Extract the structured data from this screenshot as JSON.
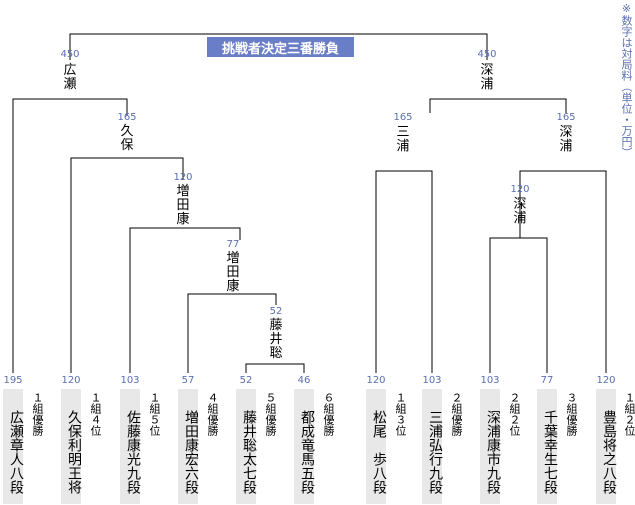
{
  "title": "挑戦者決定三番勝負",
  "note": "※数字は対局料（単位・万円）",
  "final": [
    {
      "fee": "450",
      "winner": "広\n瀬"
    },
    {
      "fee": "450",
      "winner": "深\n浦"
    }
  ],
  "matches": [
    {
      "fee": "165",
      "winner": "久\n保"
    },
    {
      "fee": "120",
      "winner": "増\n田\n康"
    },
    {
      "fee": "77",
      "winner": "増\n田\n康"
    },
    {
      "fee": "52",
      "winner": "藤\n井\n聡"
    },
    {
      "fee": "165",
      "winner": "三\n浦"
    },
    {
      "fee": "165",
      "winner": "深\n浦"
    },
    {
      "fee": "120",
      "winner": "深\n浦"
    }
  ],
  "players": [
    {
      "fee": "195",
      "name": "広瀬章人八段",
      "info": "１組優勝"
    },
    {
      "fee": "120",
      "name": "久保利明王将",
      "info": "１組４位"
    },
    {
      "fee": "103",
      "name": "佐藤康光九段",
      "info": "１組５位"
    },
    {
      "fee": "57",
      "name": "増田康宏六段",
      "info": "４組優勝"
    },
    {
      "fee": "52",
      "name": "藤井聡太七段",
      "info": "５組優勝"
    },
    {
      "fee": "46",
      "name": "都成竜馬五段",
      "info": "６組優勝"
    },
    {
      "fee": "120",
      "name": "松尾　歩八段",
      "info": "１組３位"
    },
    {
      "fee": "103",
      "name": "三浦弘行九段",
      "info": "２組優勝"
    },
    {
      "fee": "103",
      "name": "深浦康市九段",
      "info": "２組２位"
    },
    {
      "fee": "77",
      "name": "千葉幸生七段",
      "info": "３組優勝"
    },
    {
      "fee": "120",
      "name": "豊島将之八段",
      "info": "１組２位"
    }
  ]
}
